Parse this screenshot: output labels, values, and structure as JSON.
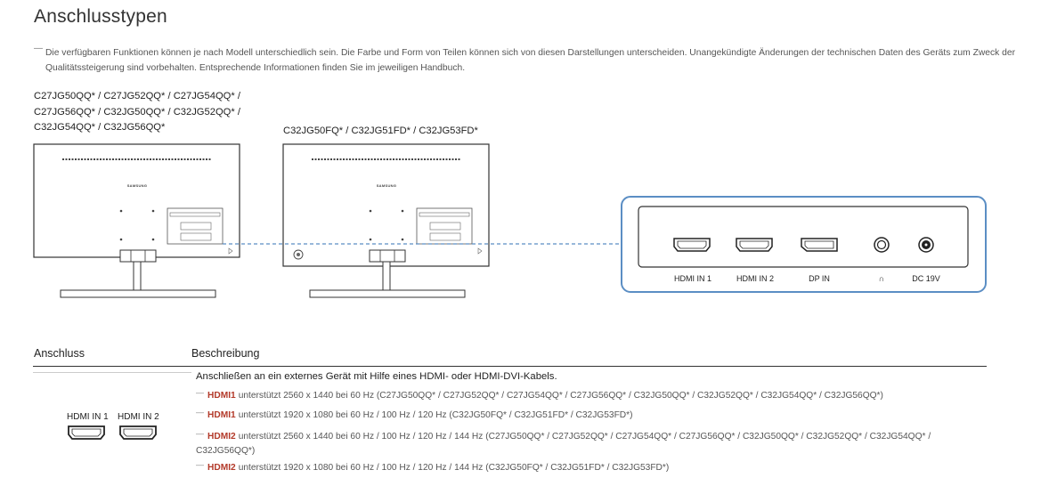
{
  "title": "Anschlusstypen",
  "note": "Die verfügbaren Funktionen können je nach Modell unterschiedlich sein. Die Farbe und Form von Teilen können sich von diesen Darstellungen unterscheiden. Unangekündigte Änderungen der technischen Daten des Geräts zum Zweck der Qualitätssteigerung sind vorbehalten. Entsprechende Informationen finden Sie im jeweiligen Handbuch.",
  "models_left": [
    "C27JG50QQ* / C27JG52QQ* / C27JG54QQ* /",
    "C27JG56QQ* / C32JG50QQ* / C32JG52QQ* /",
    "C32JG54QQ* / C32JG56QQ*"
  ],
  "models_right": "C32JG50FQ* / C32JG51FD* / C32JG53FD*",
  "brand": "SAMSUNG",
  "ports": [
    "HDMI IN 1",
    "HDMI IN 2",
    "DP IN",
    "∩",
    "DC 19V"
  ],
  "table": {
    "header_port": "Anschluss",
    "header_desc": "Beschreibung",
    "port_labels": [
      "HDMI IN 1",
      "HDMI IN 2"
    ],
    "description": "Anschließen an ein externes Gerät mit Hilfe eines HDMI- oder HDMI-DVI-Kabels.",
    "lines": [
      {
        "port": "HDMI1",
        "text": "unterstützt 2560 x 1440 bei 60 Hz (C27JG50QQ* / C27JG52QQ* / C27JG54QQ* / C27JG56QQ* / C32JG50QQ* / C32JG52QQ* / C32JG54QQ* / C32JG56QQ*)"
      },
      {
        "port": "HDMI1",
        "text": "unterstützt 1920 x 1080 bei 60 Hz / 100 Hz / 120 Hz (C32JG50FQ* / C32JG51FD* / C32JG53FD*)"
      },
      {
        "port": "HDMI2",
        "text": "unterstützt 2560 x 1440 bei 60 Hz / 100 Hz / 120 Hz / 144 Hz (C27JG50QQ* / C27JG52QQ* / C27JG54QQ* / C27JG56QQ* / C32JG50QQ* / C32JG52QQ* / C32JG54QQ* / C32JG56QQ*)"
      },
      {
        "port": "HDMI2",
        "text": "unterstützt 1920 x 1080 bei 60 Hz / 100 Hz / 120 Hz / 144 Hz (C32JG50FQ* / C32JG51FD* / C32JG53FD*)"
      }
    ]
  },
  "colors": {
    "callout": "#5b8ec4",
    "highlight": "#b33a2a"
  }
}
